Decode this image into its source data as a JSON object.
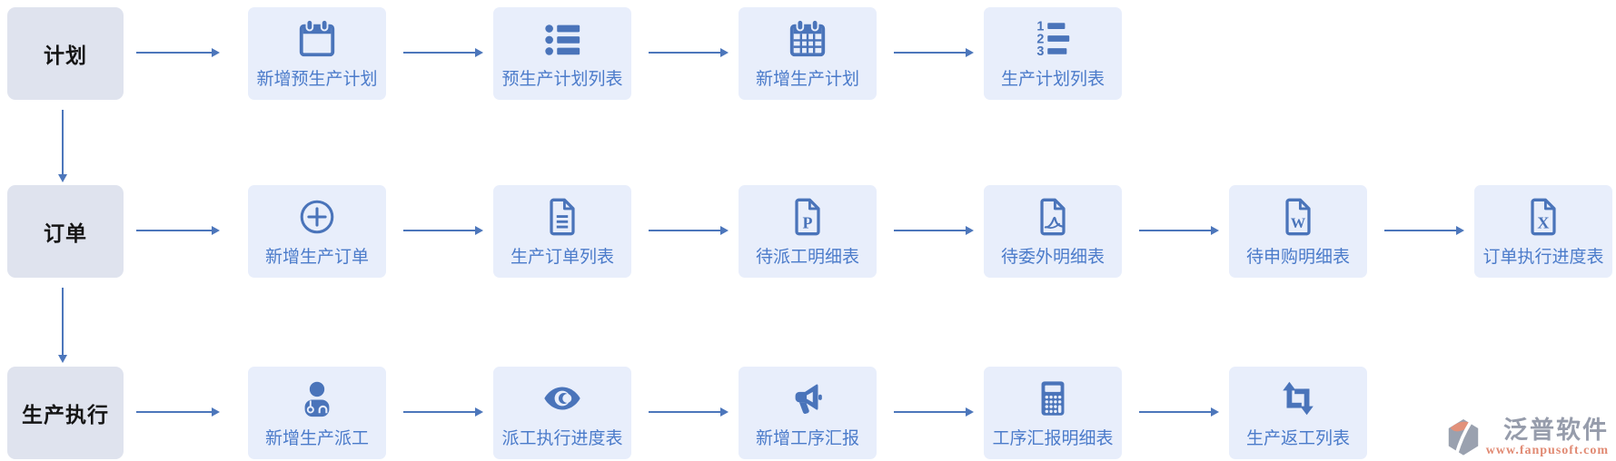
{
  "colors": {
    "page_bg": "#ffffff",
    "stage_box_bg": "#dfe3ee",
    "node_box_bg": "#e8eefb",
    "icon_blue": "#4a74ba",
    "node_label_blue": "#4b7bca",
    "stage_text": "#151515",
    "arrow": "#4c76bb",
    "logo_gray": "#969cab",
    "logo_orange": "#e18a73"
  },
  "rows": [
    {
      "stage": "计划",
      "nodes": [
        {
          "icon": "calendar-icon",
          "label": "新增预生产计划"
        },
        {
          "icon": "list-icon",
          "label": "预生产计划列表"
        },
        {
          "icon": "calendar-grid-icon",
          "label": "新增生产计划"
        },
        {
          "icon": "numbered-list-icon",
          "label": "生产计划列表"
        }
      ]
    },
    {
      "stage": "订单",
      "nodes": [
        {
          "icon": "plus-circle-icon",
          "label": "新增生产订单"
        },
        {
          "icon": "file-lines-icon",
          "label": "生产订单列表"
        },
        {
          "icon": "file-p-icon",
          "label": "待派工明细表"
        },
        {
          "icon": "file-pdf-icon",
          "label": "待委外明细表"
        },
        {
          "icon": "file-word-icon",
          "label": "待申购明细表"
        },
        {
          "icon": "file-excel-icon",
          "label": "订单执行进度表"
        }
      ]
    },
    {
      "stage": "生产执行",
      "nodes": [
        {
          "icon": "doctor-icon",
          "label": "新增生产派工"
        },
        {
          "icon": "eye-icon",
          "label": "派工执行进度表"
        },
        {
          "icon": "bullhorn-icon",
          "label": "新增工序汇报"
        },
        {
          "icon": "calculator-icon",
          "label": "工序汇报明细表"
        },
        {
          "icon": "repeat-icon",
          "label": "生产返工列表"
        }
      ]
    }
  ],
  "watermark": {
    "brand": "泛普软件",
    "url": "www.fanpusoft.com"
  }
}
